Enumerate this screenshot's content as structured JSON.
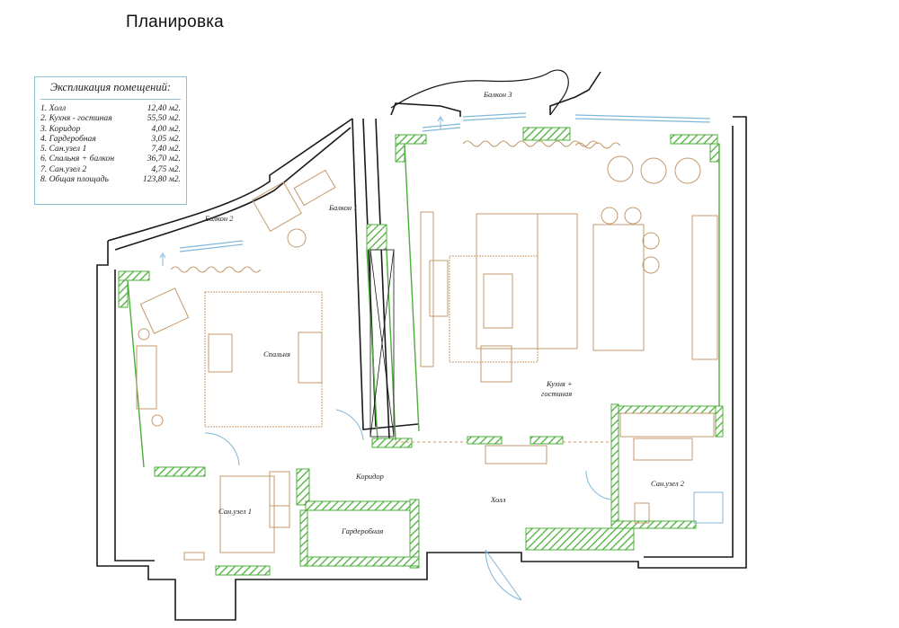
{
  "page_title": "Планировка",
  "legend": {
    "title": "Экспликация помещений:",
    "rows": [
      {
        "name": "1. Холл",
        "area": "12,40 м2."
      },
      {
        "name": "2. Кухня - гостиная",
        "area": "55,50 м2."
      },
      {
        "name": "3. Коридор",
        "area": "4,00 м2."
      },
      {
        "name": "4. Гардеробная",
        "area": "3,05 м2."
      },
      {
        "name": "5. Сан.узел 1",
        "area": "7,40 м2."
      },
      {
        "name": "6. Спальня + балкон",
        "area": "36,70 м2."
      },
      {
        "name": "7. Сан.узел 2",
        "area": "4,75 м2."
      },
      {
        "name": "8. Общая площадь",
        "area": "123,80 м2."
      }
    ]
  },
  "rooms": {
    "balcony1": "Балкон 1",
    "balcony2": "Балкон 2",
    "balcony3": "Балкон 3",
    "bedroom": "Спальня",
    "kitchen_line1": "Кухня +",
    "kitchen_line2": "гостиная",
    "corridor": "Коридор",
    "hall": "Холл",
    "wardrobe": "Гардеробная",
    "bath1": "Сан.узел 1",
    "bath2": "Сан.узел 2"
  },
  "colors": {
    "wall": "#1a1a1a",
    "green_wall": "#4caf3a",
    "furniture": "#c49a6c",
    "window": "#7fb7d9"
  }
}
